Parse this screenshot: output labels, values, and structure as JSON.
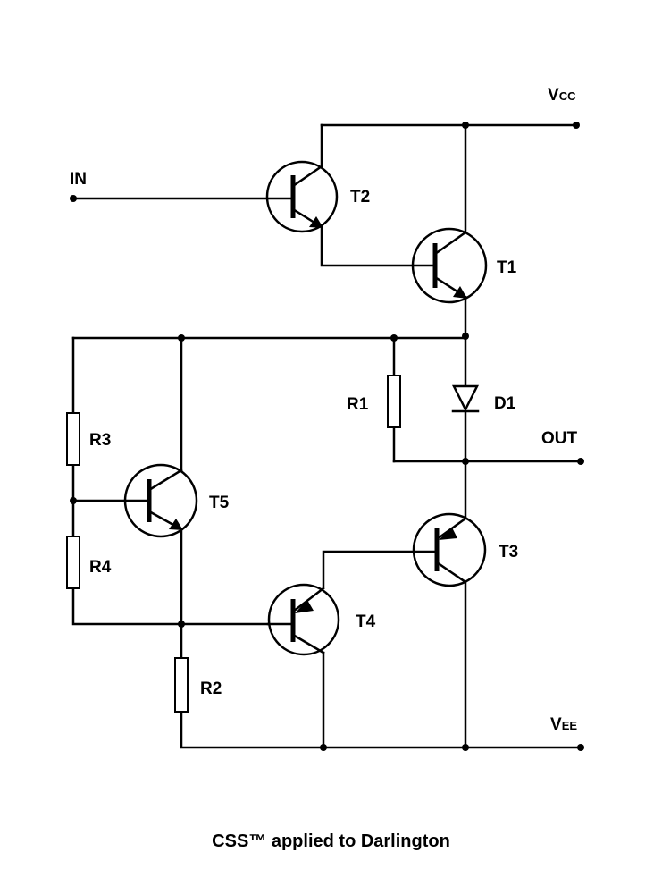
{
  "terminals": {
    "vcc_main": "V",
    "vcc_sub": "CC",
    "vee_main": "V",
    "vee_sub": "EE",
    "in": "IN",
    "out": "OUT"
  },
  "components": {
    "t1": "T1",
    "t2": "T2",
    "t3": "T3",
    "t4": "T4",
    "t5": "T5",
    "r1": "R1",
    "r2": "R2",
    "r3": "R3",
    "r4": "R4",
    "d1": "D1"
  },
  "caption": "CSS™ applied to Darlington"
}
